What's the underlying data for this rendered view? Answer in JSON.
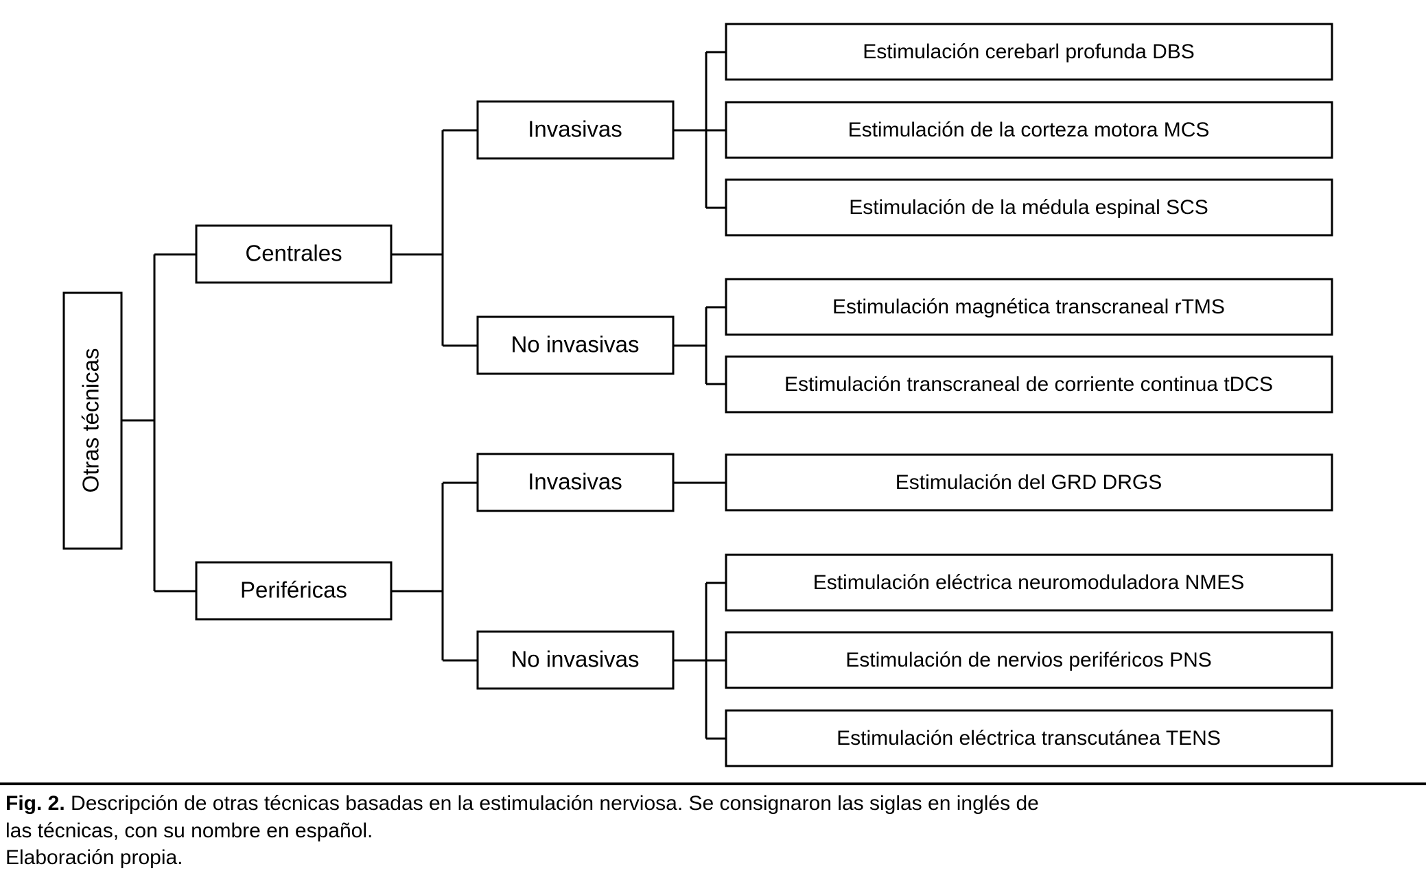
{
  "figure": {
    "root": {
      "label": "Otras técnicas"
    },
    "branches": [
      {
        "id": "centrales",
        "label": "Centrales",
        "groups": [
          {
            "id": "centrales-invasivas",
            "label": "Invasivas",
            "leaves": [
              {
                "label": "Estimulación cerebarl profunda DBS"
              },
              {
                "label": "Estimulación de la corteza motora MCS"
              },
              {
                "label": "Estimulación de la médula espinal SCS"
              }
            ]
          },
          {
            "id": "centrales-no-invasivas",
            "label": "No invasivas",
            "leaves": [
              {
                "label": "Estimulación magnética transcraneal rTMS"
              },
              {
                "label": "Estimulación transcraneal de corriente continua tDCS"
              }
            ]
          }
        ]
      },
      {
        "id": "perifericas",
        "label": "Periféricas",
        "groups": [
          {
            "id": "perifericas-invasivas",
            "label": "Invasivas",
            "leaves": [
              {
                "label": "Estimulación del GRD DRGS"
              }
            ]
          },
          {
            "id": "perifericas-no-invasivas",
            "label": "No invasivas",
            "leaves": [
              {
                "label": "Estimulación eléctrica neuromoduladora NMES"
              },
              {
                "label": "Estimulación de nervios periféricos PNS"
              },
              {
                "label": "Estimulación eléctrica transcutánea TENS"
              }
            ]
          }
        ]
      }
    ],
    "colors": {
      "line": "#000000",
      "box_fill": "#ffffff",
      "text": "#000000",
      "page_background": "#ffffff"
    }
  },
  "caption": {
    "tag": "Fig. 2.",
    "line1": " Descripción de otras técnicas basadas en la estimulación nerviosa. Se consignaron las siglas en inglés de",
    "line2": "las técnicas, con su nombre en español.",
    "line3": "Elaboración propia."
  }
}
